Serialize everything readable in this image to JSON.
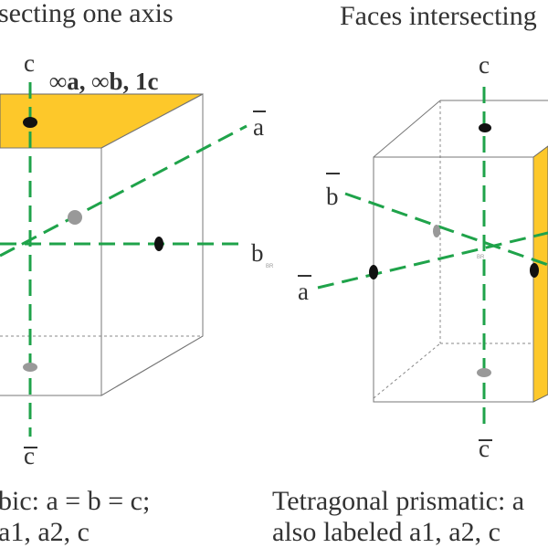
{
  "headers": {
    "left": "secting one axis",
    "right": "Faces intersecting"
  },
  "left_figure": {
    "axis_c_top": "c",
    "axis_c_bottom": "c",
    "axis_a_bar": "a",
    "axis_b": "b",
    "face_indices": "∞a, ∞b, 1c",
    "watermark": "BR",
    "face_color": "#FDC82A",
    "axis_color": "#1FA34A"
  },
  "right_figure": {
    "axis_c_top": "c",
    "axis_c_bottom": "c",
    "axis_b_bar": "b",
    "axis_a_bar": "a",
    "watermark": "BR",
    "face_color": "#FDC82A",
    "axis_color": "#1FA34A"
  },
  "captions": {
    "left_line1": "bic: a = b = c;",
    "left_line2": "a1, a2, c",
    "right_line1": "Tetragonal prismatic: a",
    "right_line2": "also labeled a1, a2, c"
  }
}
